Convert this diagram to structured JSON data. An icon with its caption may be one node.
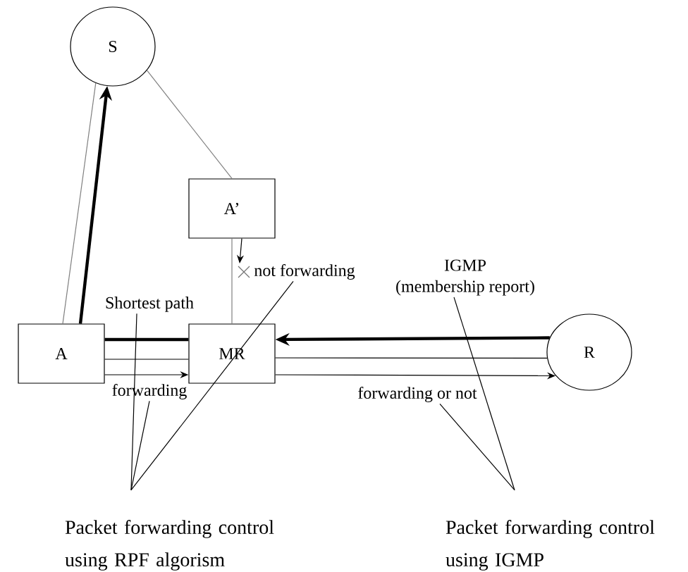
{
  "diagram": {
    "nodes": [
      {
        "text": [
          "S"
        ]
      },
      {
        "text": [
          "A’"
        ]
      },
      {
        "text": [
          "A"
        ]
      },
      {
        "text": [
          "MR"
        ]
      },
      {
        "text": [
          "R"
        ]
      },
      {
        "text": [
          "Shortest path"
        ]
      },
      {
        "text": [
          "not forwarding"
        ]
      },
      {
        "text": [
          "forwarding"
        ]
      },
      {
        "text": [
          "IGMP",
          "(membership report)"
        ]
      },
      {
        "text": [
          "forwarding or not"
        ]
      },
      {
        "text": [
          "Packet forwarding control using RPF algorism"
        ]
      },
      {
        "text": [
          "Packet forwarding control using IGMP"
        ]
      }
    ],
    "edges": [
      {
        "from": 2,
        "to": 0,
        "arrow": "none",
        "color": "#808080"
      },
      {
        "from": 3,
        "to": 2,
        "arrow": "none",
        "style": "thick"
      },
      {
        "from": 0,
        "to": 1,
        "arrow": "none",
        "color": "#808080"
      },
      {
        "from": 1,
        "to": 3,
        "arrow": "none",
        "color": "#808080"
      },
      {
        "from": 1,
        "to": 6,
        "arrow": "to"
      },
      {
        "from": 2,
        "to": 3,
        "arrow": "none"
      },
      {
        "from": 2,
        "to": 3,
        "arrow": "to"
      },
      {
        "from": 4,
        "to": 3,
        "arrow": "to",
        "style": "thick"
      },
      {
        "from": 3,
        "to": 4,
        "arrow": "none"
      },
      {
        "from": 3,
        "to": 4,
        "arrow": "to"
      },
      {
        "from": 10,
        "to": 5,
        "arrow": "none"
      },
      {
        "from": 10,
        "to": 7,
        "arrow": "none"
      },
      {
        "from": 10,
        "to": 6,
        "arrow": "none"
      },
      {
        "from": 11,
        "to": 9,
        "arrow": "none"
      },
      {
        "from": 11,
        "to": 8,
        "arrow": "none"
      },
      {
        "from": 2,
        "to": 0,
        "arrow": "to",
        "style": "thick"
      }
    ]
  }
}
